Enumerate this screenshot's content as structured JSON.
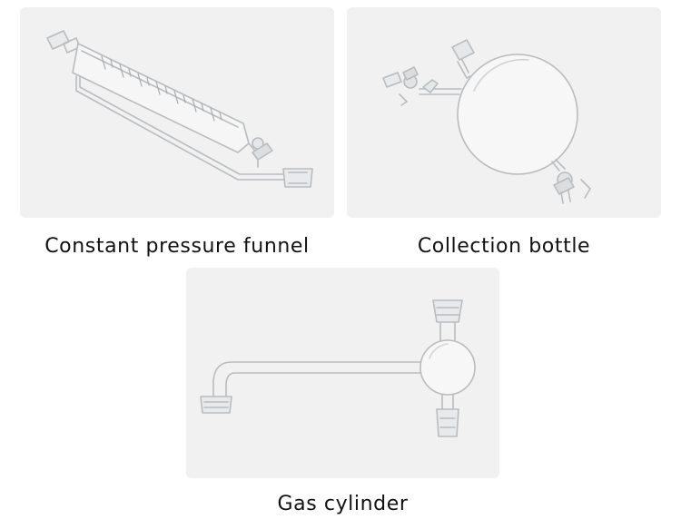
{
  "products": [
    {
      "caption": "Constant pressure funnel",
      "image_icon": "constant-pressure-funnel-glassware"
    },
    {
      "caption": "Collection bottle",
      "image_icon": "collection-bottle-glassware"
    },
    {
      "caption": "Gas cylinder",
      "image_icon": "gas-cylinder-glassware"
    }
  ],
  "colors": {
    "card_background": "#f1f1f1",
    "glass_stroke": "#b9bcbf",
    "caption_text": "#111111"
  }
}
